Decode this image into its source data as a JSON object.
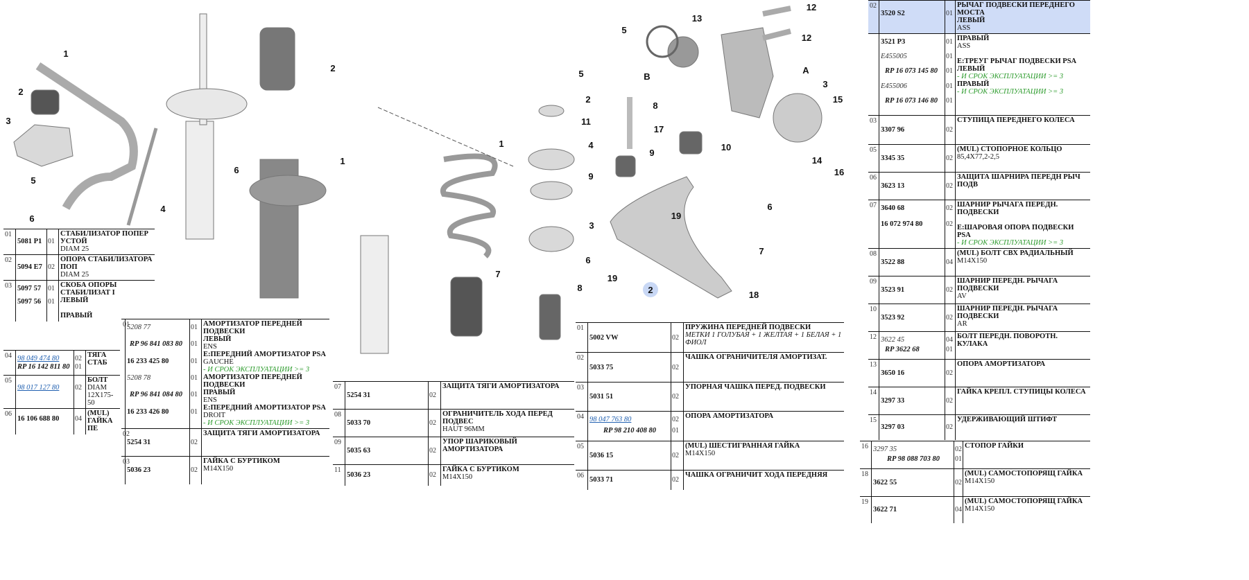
{
  "diagram": {
    "callouts": [
      "1",
      "2",
      "3",
      "5",
      "6",
      "4",
      "2",
      "1",
      "6",
      "1",
      "7",
      "5",
      "2",
      "11",
      "4",
      "9",
      "3",
      "6",
      "8",
      "5",
      "13",
      "12",
      "12",
      "B",
      "A",
      "3",
      "15",
      "8",
      "17",
      "9",
      "10",
      "6",
      "19",
      "7",
      "19",
      "2",
      "18",
      "14",
      "16"
    ],
    "highlight_color": "#c9d8f5"
  },
  "tables": [
    {
      "name": "stabilizer-table",
      "rows": [
        {
          "num": "01",
          "parts": [
            {
              "code": "5081 P1",
              "qty": "01",
              "style": "bold"
            }
          ],
          "lines": [
            {
              "text": "СТАБИЛИЗАТОР ПОПЕР УСТОЙ",
              "style": "bold"
            },
            {
              "text": "DIAM 25",
              "style": "normal"
            }
          ]
        },
        {
          "num": "02",
          "parts": [
            {
              "code": "5094 E7",
              "qty": "02",
              "style": "bold"
            }
          ],
          "lines": [
            {
              "text": "ОПОРА СТАБИЛИЗАТОРА ПОП",
              "style": "bold"
            },
            {
              "text": "DIAM 25",
              "style": "normal"
            }
          ]
        },
        {
          "num": "03",
          "parts": [
            {
              "code": "5097 57",
              "qty": "01",
              "style": "bold"
            },
            {
              "code": "5097 56",
              "qty": "01",
              "style": "bold"
            }
          ],
          "lines": [
            {
              "text": "СКОБА ОПОРЫ СТАБИЛИЗАТ I",
              "style": "bold"
            },
            {
              "text": "ЛЕВЫЙ",
              "style": "bold"
            },
            {
              "text": "",
              "style": "normal"
            },
            {
              "text": "ПРАВЫЙ",
              "style": "bold"
            }
          ]
        }
      ]
    },
    {
      "name": "link-table",
      "rows": [
        {
          "num": "04",
          "parts": [
            {
              "code": "98 049 474 80",
              "qty": "02",
              "style": "link"
            },
            {
              "code": "RP 16 142 811 80",
              "qty": "01",
              "style": "rp"
            }
          ],
          "lines": [
            {
              "text": "ТЯГА СТАБ",
              "style": "bold"
            }
          ]
        },
        {
          "num": "05",
          "parts": [
            {
              "code": "98 017 127 80",
              "qty": "02",
              "style": "link"
            }
          ],
          "lines": [
            {
              "text": "БОЛТ",
              "style": "bold"
            },
            {
              "text": "DIAM 12X175-50",
              "style": "normal"
            }
          ]
        },
        {
          "num": "06",
          "parts": [
            {
              "code": "16 106 688 80",
              "qty": "04",
              "style": "bold"
            }
          ],
          "lines": [
            {
              "text": "(MUL) ГАЙКА ПЕ",
              "style": "bold"
            }
          ]
        }
      ]
    },
    {
      "name": "shock-table",
      "rows": [
        {
          "num": "01",
          "parts": [
            {
              "code": "5208 77",
              "qty": "01",
              "style": "italic"
            },
            {
              "code": "RP 96 841 083 80",
              "qty": "01",
              "style": "rp"
            },
            {
              "code": "16 233 425 80",
              "qty": "01",
              "style": "bold"
            },
            {
              "code": "5208 78",
              "qty": "01",
              "style": "italic"
            },
            {
              "code": "RP 96 841 084 80",
              "qty": "01",
              "style": "rp"
            },
            {
              "code": "16 233 426 80",
              "qty": "01",
              "style": "bold"
            }
          ],
          "lines": [
            {
              "text": "АМОРТИЗАТОР ПЕРЕДНЕЙ ПОДВЕСКИ",
              "style": "bold"
            },
            {
              "text": "ЛЕВЫЙ",
              "style": "bold"
            },
            {
              "text": "ENS",
              "style": "normal"
            },
            {
              "text": "E:ПЕРЕДНИЙ АМОРТИЗАТОР PSA",
              "style": "bold"
            },
            {
              "text": "GAUCHE",
              "style": "normal"
            },
            {
              "text": "- И СРОК ЭКСПЛУАТАЦИИ >= 3",
              "style": "green"
            },
            {
              "text": "АМОРТИЗАТОР ПЕРЕДНЕЙ ПОДВЕСКИ",
              "style": "bold"
            },
            {
              "text": "ПРАВЫЙ",
              "style": "bold"
            },
            {
              "text": "ENS",
              "style": "normal"
            },
            {
              "text": "E:ПЕРЕДНИЙ АМОРТИЗАТОР PSA",
              "style": "bold"
            },
            {
              "text": "DROIT",
              "style": "normal"
            },
            {
              "text": "- И СРОК ЭКСПЛУАТАЦИИ >= 3",
              "style": "green"
            }
          ]
        },
        {
          "num": "02",
          "parts": [
            {
              "code": "5254 31",
              "qty": "02",
              "style": "bold"
            }
          ],
          "lines": [
            {
              "text": "ЗАЩИТА ТЯГИ АМОРТИЗАТОРА",
              "style": "bold"
            }
          ]
        },
        {
          "num": "03",
          "parts": [
            {
              "code": "5036 23",
              "qty": "02",
              "style": "bold"
            }
          ],
          "lines": [
            {
              "text": "ГАЙКА С БУРТИКОМ",
              "style": "bold"
            },
            {
              "text": "M14X150",
              "style": "normal"
            }
          ]
        }
      ]
    },
    {
      "name": "strut-parts-table",
      "rows": [
        {
          "num": "07",
          "parts": [
            {
              "code": "5254 31",
              "qty": "02",
              "style": "bold"
            }
          ],
          "lines": [
            {
              "text": "ЗАЩИТА ТЯГИ АМОРТИЗАТОРА",
              "style": "bold"
            }
          ]
        },
        {
          "num": "08",
          "parts": [
            {
              "code": "5033 70",
              "qty": "02",
              "style": "bold"
            }
          ],
          "lines": [
            {
              "text": "ОГРАНИЧИТЕЛЬ ХОДА ПЕРЕД ПОДВЕС",
              "style": "bold"
            },
            {
              "text": "HAUT 96MM",
              "style": "normal"
            }
          ]
        },
        {
          "num": "09",
          "parts": [
            {
              "code": "5035 63",
              "qty": "02",
              "style": "bold"
            }
          ],
          "lines": [
            {
              "text": "УПОР ШАРИКОВЫЙ АМОРТИЗАТОРА",
              "style": "bold"
            }
          ]
        },
        {
          "num": "11",
          "parts": [
            {
              "code": "5036 23",
              "qty": "02",
              "style": "bold"
            }
          ],
          "lines": [
            {
              "text": "ГАЙКА С БУРТИКОМ",
              "style": "bold"
            },
            {
              "text": "M14X150",
              "style": "normal"
            }
          ]
        }
      ]
    },
    {
      "name": "spring-table",
      "rows": [
        {
          "num": "01",
          "parts": [
            {
              "code": "5002 VW",
              "qty": "02",
              "style": "bold"
            }
          ],
          "lines": [
            {
              "text": "ПРУЖИНА ПЕРЕДНЕЙ ПОДВЕСКИ",
              "style": "bold"
            },
            {
              "text": "МЕТКИ 1 ГОЛУБАЯ + 1 ЖЕЛТАЯ + 1 БЕЛАЯ + 1 ФИОЛ",
              "style": "italic"
            }
          ]
        },
        {
          "num": "02",
          "parts": [
            {
              "code": "5033 75",
              "qty": "02",
              "style": "bold"
            }
          ],
          "lines": [
            {
              "text": "ЧАШКА ОГРАНИЧИТЕЛЯ АМОРТИЗАТ.",
              "style": "bold"
            }
          ]
        },
        {
          "num": "03",
          "parts": [
            {
              "code": "5031 51",
              "qty": "02",
              "style": "bold"
            }
          ],
          "lines": [
            {
              "text": "УПОРНАЯ ЧАШКА ПЕРЕД. ПОДВЕСКИ",
              "style": "bold"
            }
          ]
        },
        {
          "num": "04",
          "parts": [
            {
              "code": "98 047 763 80",
              "qty": "02",
              "style": "link"
            },
            {
              "code": "RP 98 210 408 80",
              "qty": "01",
              "style": "rp"
            }
          ],
          "lines": [
            {
              "text": "ОПОРА АМОРТИЗАТОРА",
              "style": "bold"
            }
          ]
        },
        {
          "num": "05",
          "parts": [
            {
              "code": "5036 15",
              "qty": "02",
              "style": "bold"
            }
          ],
          "lines": [
            {
              "text": "(MUL) ШЕСТИГРАННАЯ ГАЙКА",
              "style": "bold"
            },
            {
              "text": "M14X150",
              "style": "normal"
            }
          ]
        },
        {
          "num": "06",
          "parts": [
            {
              "code": "5033 71",
              "qty": "02",
              "style": "bold"
            }
          ],
          "lines": [
            {
              "text": "ЧАШКА ОГРАНИЧИТ ХОДА ПЕРЕДНЯЯ",
              "style": "bold"
            }
          ]
        }
      ]
    },
    {
      "name": "arm-table",
      "rows": [
        {
          "num": "02",
          "selected": true,
          "parts": [
            {
              "code": "3520 S2",
              "qty": "01",
              "style": "bold"
            }
          ],
          "lines": [
            {
              "text": "РЫЧАГ ПОДВЕСКИ ПЕРЕДНЕГО МОСТА",
              "style": "bold"
            },
            {
              "text": "ЛЕВЫЙ",
              "style": "bold"
            },
            {
              "text": "ASS",
              "style": "normal"
            }
          ]
        },
        {
          "num": "",
          "parts": [
            {
              "code": "3521 P3",
              "qty": "01",
              "style": "bold"
            },
            {
              "code": "E455005",
              "qty": "01",
              "style": "italic"
            },
            {
              "code": "RP 16 073 145 80",
              "qty": "01",
              "style": "rp"
            },
            {
              "code": "E455006",
              "qty": "01",
              "style": "italic"
            },
            {
              "code": "RP 16 073 146 80",
              "qty": "01",
              "style": "rp"
            }
          ],
          "lines": [
            {
              "text": "ПРАВЫЙ",
              "style": "bold"
            },
            {
              "text": "ASS",
              "style": "normal"
            },
            {
              "text": "",
              "style": "normal"
            },
            {
              "text": "E:ТРЕУГ РЫЧАГ ПОДВЕСКИ PSA",
              "style": "bold"
            },
            {
              "text": "ЛЕВЫЙ",
              "style": "bold"
            },
            {
              "text": "- И СРОК ЭКСПЛУАТАЦИИ >= 3",
              "style": "green"
            },
            {
              "text": "ПРАВЫЙ",
              "style": "bold"
            },
            {
              "text": "- И СРОК ЭКСПЛУАТАЦИИ >= 3",
              "style": "green"
            }
          ]
        },
        {
          "num": "03",
          "parts": [
            {
              "code": "3307 96",
              "qty": "02",
              "style": "bold"
            }
          ],
          "lines": [
            {
              "text": "СТУПИЦА ПЕРЕДНЕГО КОЛЕСА",
              "style": "bold"
            }
          ]
        },
        {
          "num": "05",
          "parts": [
            {
              "code": "3345 35",
              "qty": "02",
              "style": "bold"
            }
          ],
          "lines": [
            {
              "text": "(MUL) СТОПОРНОЕ КОЛЬЦО",
              "style": "bold"
            },
            {
              "text": "85,4X77,2-2,5",
              "style": "normal"
            }
          ]
        },
        {
          "num": "06",
          "parts": [
            {
              "code": "3623 13",
              "qty": "02",
              "style": "bold"
            }
          ],
          "lines": [
            {
              "text": "ЗАЩИТА ШАРНИРА ПЕРЕДН РЫЧ ПОДВ",
              "style": "bold"
            }
          ]
        },
        {
          "num": "07",
          "parts": [
            {
              "code": "3640 68",
              "qty": "02",
              "style": "bold"
            },
            {
              "code": "16 072 974 80",
              "qty": "02",
              "style": "bold"
            }
          ],
          "lines": [
            {
              "text": "ШАРНИР РЫЧАГА ПЕРЕДН. ПОДВЕСКИ",
              "style": "bold"
            },
            {
              "text": "",
              "style": "normal"
            },
            {
              "text": "E:ШАРОВАЯ ОПОРА ПОДВЕСКИ PSA",
              "style": "bold"
            },
            {
              "text": "- И СРОК ЭКСПЛУАТАЦИИ >= 3",
              "style": "green"
            }
          ]
        },
        {
          "num": "08",
          "parts": [
            {
              "code": "3522 88",
              "qty": "04",
              "style": "bold"
            }
          ],
          "lines": [
            {
              "text": "(MUL) БОЛТ СВХ РАДИАЛЬНЫЙ",
              "style": "bold"
            },
            {
              "text": "M14X150",
              "style": "normal"
            }
          ]
        },
        {
          "num": "09",
          "parts": [
            {
              "code": "3523 91",
              "qty": "02",
              "style": "bold"
            }
          ],
          "lines": [
            {
              "text": "ШАРНИР ПЕРЕДН. РЫЧАГА ПОДВЕСКИ",
              "style": "bold"
            },
            {
              "text": "AV",
              "style": "normal"
            }
          ]
        },
        {
          "num": "10",
          "parts": [
            {
              "code": "3523 92",
              "qty": "02",
              "style": "bold"
            }
          ],
          "lines": [
            {
              "text": "ШАРНИР ПЕРЕДН. РЫЧАГА ПОДВЕСКИ",
              "style": "bold"
            },
            {
              "text": "AR",
              "style": "normal"
            }
          ]
        },
        {
          "num": "12",
          "parts": [
            {
              "code": "3622 45",
              "qty": "04",
              "style": "italic"
            },
            {
              "code": "RP 3622 68",
              "qty": "01",
              "style": "rp"
            }
          ],
          "lines": [
            {
              "text": "БОЛТ ПЕРЕДН. ПОВОРОТН. КУЛАКА",
              "style": "bold"
            }
          ]
        },
        {
          "num": "13",
          "parts": [
            {
              "code": "3650 16",
              "qty": "02",
              "style": "bold"
            }
          ],
          "lines": [
            {
              "text": "ОПОРА АМОРТИЗАТОРА",
              "style": "bold"
            }
          ]
        },
        {
          "num": "14",
          "parts": [
            {
              "code": "3297 33",
              "qty": "02",
              "style": "bold"
            }
          ],
          "lines": [
            {
              "text": "ГАЙКА КРЕПЛ. СТУПИЦЫ КОЛЕСА",
              "style": "bold"
            }
          ]
        },
        {
          "num": "15",
          "parts": [
            {
              "code": "3297 03",
              "qty": "02",
              "style": "bold"
            }
          ],
          "lines": [
            {
              "text": "УДЕРЖИВАЮЩИЙ ШТИФТ",
              "style": "bold"
            }
          ]
        }
      ]
    },
    {
      "name": "nut-table",
      "rows": [
        {
          "num": "16",
          "parts": [
            {
              "code": "3297 35",
              "qty": "02",
              "style": "italic"
            },
            {
              "code": "RP 98 088 703 80",
              "qty": "01",
              "style": "rp"
            }
          ],
          "lines": [
            {
              "text": "СТОПОР ГАЙКИ",
              "style": "bold"
            }
          ]
        },
        {
          "num": "18",
          "parts": [
            {
              "code": "3622 55",
              "qty": "02",
              "style": "bold"
            }
          ],
          "lines": [
            {
              "text": "(MUL) САМОСТОПОРЯЩ ГАЙКА",
              "style": "bold"
            },
            {
              "text": "M14X150",
              "style": "normal"
            }
          ]
        },
        {
          "num": "19",
          "parts": [
            {
              "code": "3622 71",
              "qty": "04",
              "style": "bold"
            }
          ],
          "lines": [
            {
              "text": "(MUL) САМОСТОПОРЯЩ ГАЙКА",
              "style": "bold"
            },
            {
              "text": "M14X150",
              "style": "normal"
            }
          ]
        }
      ]
    }
  ]
}
